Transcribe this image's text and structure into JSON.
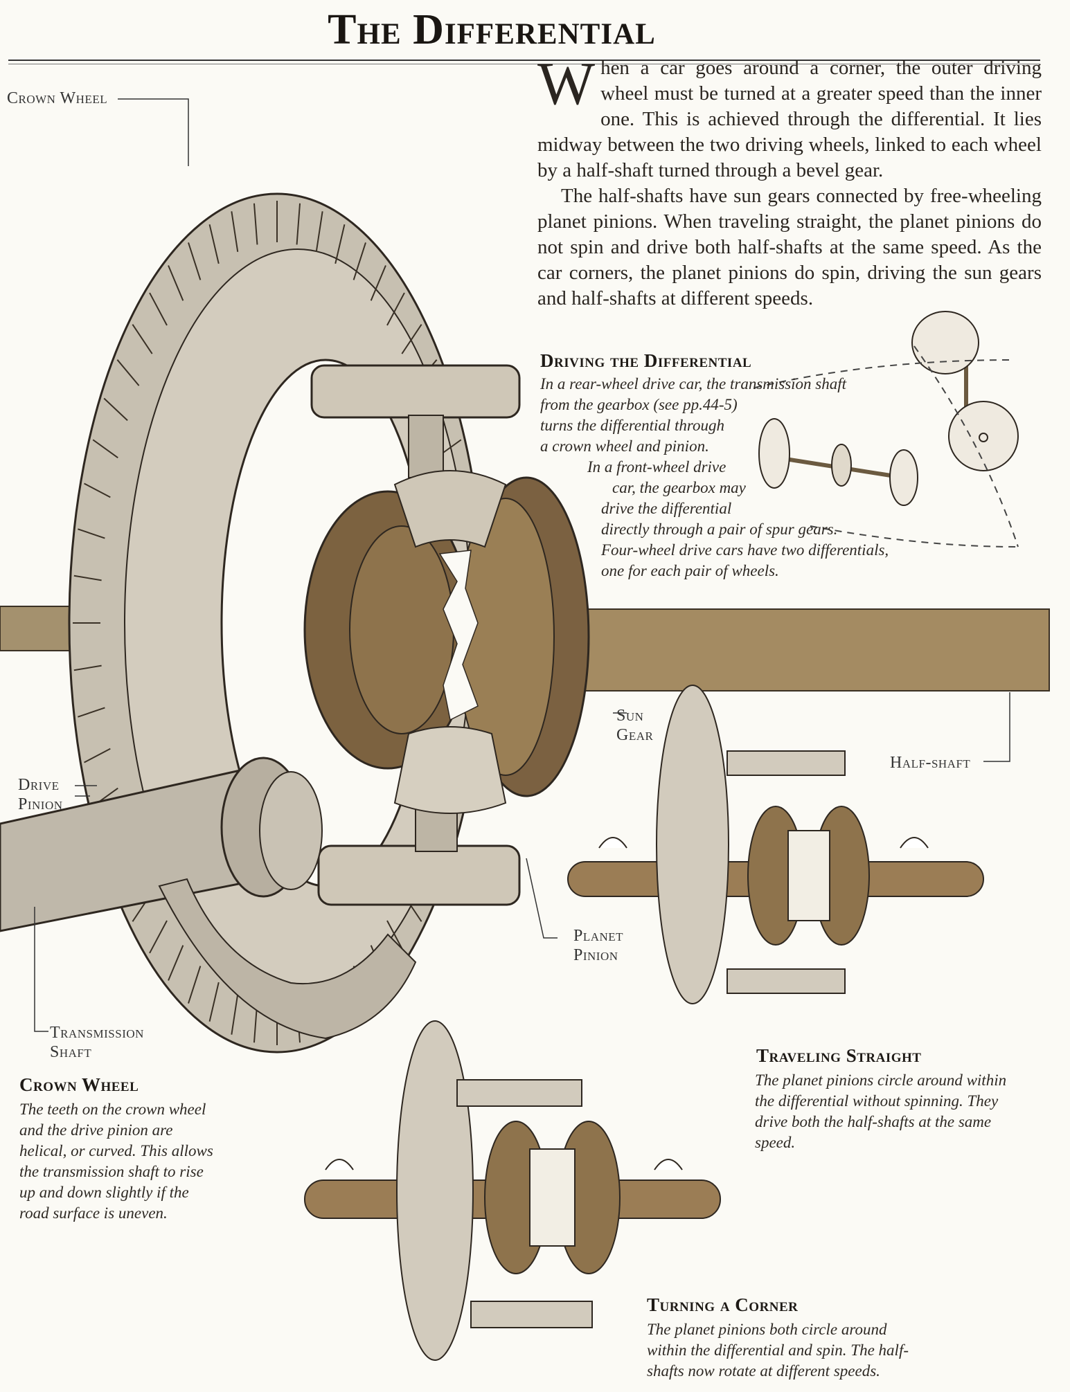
{
  "title": "The Differential",
  "intro": {
    "dropcap": "W",
    "p1_rest": "hen a car goes around a corner, the outer driving wheel must be turned at a greater speed than the inner one. This is achieved through the differential. It lies midway between the two driving wheels, linked to each wheel by a half-shaft turned through a bevel gear.",
    "p2": "The half-shafts have sun gears connected by free-wheeling planet pinions. When traveling straight, the planet pinions do not spin and drive both half-shafts at the same speed. As the car corners, the planet pinions do spin, driving the sun gears and half-shafts at different speeds."
  },
  "labels": {
    "crown_wheel": "Crown Wheel",
    "drive_pinion_1": "Drive",
    "drive_pinion_2": "Pinion",
    "sun_gear_1": "Sun",
    "sun_gear_2": "Gear",
    "half_shaft": "Half-shaft",
    "planet_pinion_1": "Planet",
    "planet_pinion_2": "Pinion",
    "transmission_shaft_1": "Transmission",
    "transmission_shaft_2": "Shaft"
  },
  "driving": {
    "heading": "Driving the Differential",
    "lines": [
      "In a rear-wheel drive car, the transmission shaft",
      "from the gearbox (see pp.44-5)",
      "turns the differential through",
      "a crown wheel and pinion.",
      "In a front-wheel drive",
      "car, the gearbox may",
      "drive the differential",
      "directly through a pair of spur gears.",
      "Four-wheel drive cars have two differentials,",
      "one for each pair of wheels."
    ]
  },
  "crown_wheel_caption": {
    "heading": "Crown Wheel",
    "lines": [
      "The teeth on the crown wheel",
      "and the drive pinion are",
      "helical, or curved. This allows",
      "the transmission shaft to rise",
      "up and down slightly if the",
      "road surface is uneven."
    ]
  },
  "straight": {
    "heading": "Traveling Straight",
    "lines": [
      "The planet pinions circle around within",
      "the differential without spinning. They",
      "drive both the half-shafts at the same",
      "speed."
    ]
  },
  "corner": {
    "heading": "Turning a Corner",
    "lines": [
      "The planet pinions both circle around",
      "within the differential and spin. The half-",
      "shafts now rotate at different speeds."
    ]
  },
  "colors": {
    "paper": "#fbfaf5",
    "gear_grey": "#c9c2b4",
    "gear_dark": "#8f8676",
    "brown": "#8a6d45",
    "brown_dark": "#5e4a2e",
    "shaft": "#a08a66",
    "ink": "#2a2520"
  }
}
